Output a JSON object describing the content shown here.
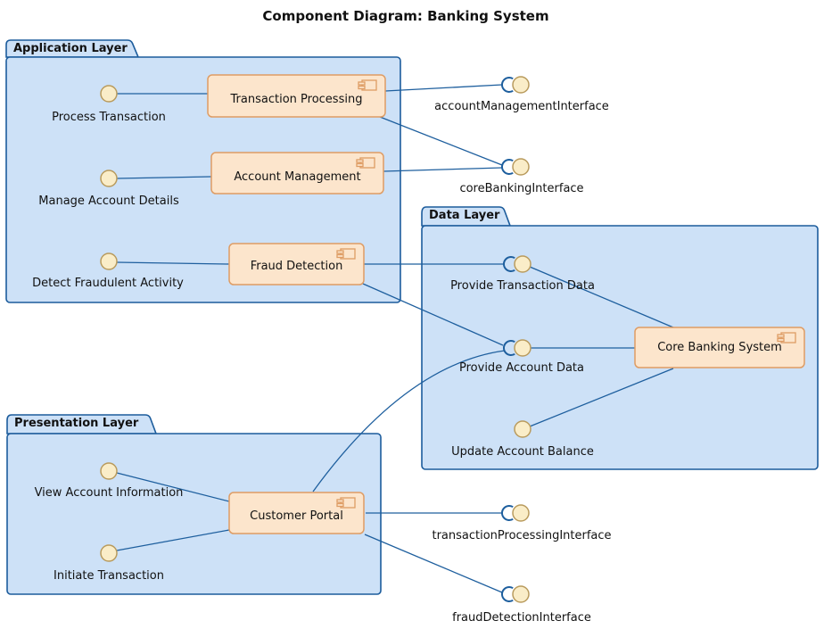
{
  "title": "Component Diagram: Banking System",
  "packages": {
    "application": {
      "label": "Application Layer"
    },
    "data": {
      "label": "Data Layer"
    },
    "presentation": {
      "label": "Presentation Layer"
    }
  },
  "components": {
    "transaction_processing": {
      "label": "Transaction Processing"
    },
    "account_management": {
      "label": "Account Management"
    },
    "fraud_detection": {
      "label": "Fraud Detection"
    },
    "core_banking_system": {
      "label": "Core Banking System"
    },
    "customer_portal": {
      "label": "Customer Portal"
    }
  },
  "interfaces": {
    "process_transaction": {
      "label": "Process Transaction"
    },
    "manage_account_details": {
      "label": "Manage Account Details"
    },
    "detect_fraudulent_activity": {
      "label": "Detect Fraudulent Activity"
    },
    "view_account_information": {
      "label": "View Account Information"
    },
    "initiate_transaction": {
      "label": "Initiate Transaction"
    },
    "provide_transaction_data": {
      "label": "Provide Transaction Data"
    },
    "provide_account_data": {
      "label": "Provide Account Data"
    },
    "update_account_balance": {
      "label": "Update Account Balance"
    },
    "account_management_interface": {
      "label": "accountManagementInterface"
    },
    "core_banking_interface": {
      "label": "coreBankingInterface"
    },
    "transaction_processing_interface": {
      "label": "transactionProcessingInterface"
    },
    "fraud_detection_interface": {
      "label": "fraudDetectionInterface"
    }
  },
  "colors": {
    "package_fill": "#CDE1F7",
    "package_border": "#1C5C9C",
    "connector": "#1E5F9E",
    "component_fill": "#FCE5CC",
    "component_border": "#DE9C64",
    "port_fill": "#FAEDC8",
    "port_border": "#B99B5D",
    "text": "#111111",
    "background": "#FFFFFF"
  }
}
